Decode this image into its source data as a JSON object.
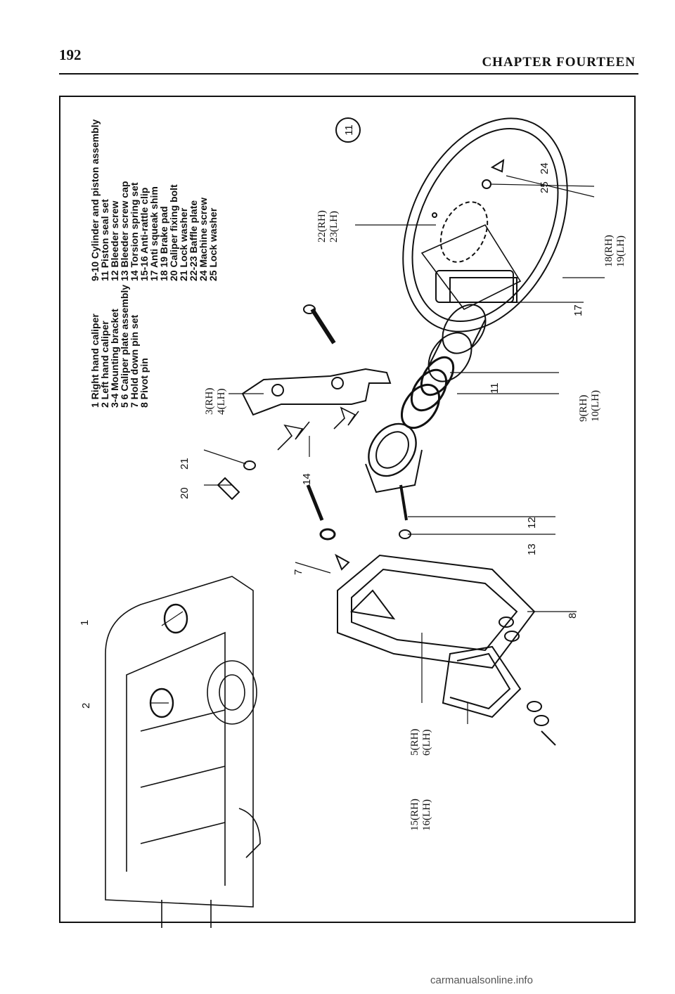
{
  "header": {
    "page_number": "192",
    "chapter_title": "CHAPTER FOURTEEN"
  },
  "figure": {
    "number": "11",
    "legend_left": [
      "1  Right hand caliper",
      "2  Left hand caliper",
      "3-4  Mounting bracket",
      "5 6  Caliper plate assembly",
      "7  Hold down pin set",
      "8  Pivot pin"
    ],
    "legend_right": [
      "9-10  Cylinder and piston assembly",
      "11  Piston seal set",
      "12  Bleeder screw",
      "13  Bleeder screw cap",
      "14  Torsion spring set",
      "15-16  Anti-rattle clip",
      "17  Anti squeak shim",
      "18 19  Brake pad",
      "20  Caliper fixing bolt",
      "21  Lock washer",
      "22-23  Baffle plate",
      "24  Machine screw",
      "25  Lock washer"
    ],
    "callouts": {
      "c1": "1",
      "c2": "2",
      "c3_4": [
        "3(RH)",
        "4(LH)"
      ],
      "c5_6": [
        "5(RH)",
        "6(LH)"
      ],
      "c7": "7",
      "c8": "8",
      "c9_10": [
        "9(RH)",
        "10(LH)"
      ],
      "c11": "11",
      "c12": "12",
      "c13": "13",
      "c14": "14",
      "c15_16": [
        "15(RH)",
        "16(LH)"
      ],
      "c17": "17",
      "c18_19": [
        "18(RH)",
        "19(LH)"
      ],
      "c20": "20",
      "c21": "21",
      "c22_23": [
        "22(RH)",
        "23(LH)"
      ],
      "c24": "24",
      "c25": "25"
    }
  },
  "footer": {
    "watermark": "carmanualsonline.info"
  }
}
